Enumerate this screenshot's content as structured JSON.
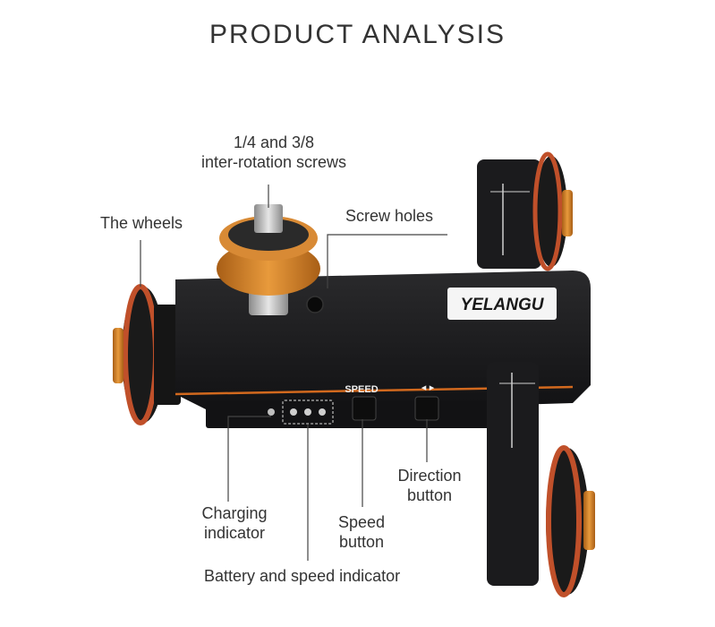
{
  "title": "PRODUCT  ANALYSIS",
  "device": {
    "brand": "YELANGU",
    "speed_key": "SPEED",
    "direction_key": "◂ ▸"
  },
  "callouts": {
    "screws": "1/4 and 3/8\ninter-rotation screws",
    "wheels": "The wheels",
    "screw_holes": "Screw holes",
    "charging": "Charging\nindicator",
    "battery": "Battery and speed indicator",
    "speed_button": "Speed\nbutton",
    "direction_button": "Direction\nbutton"
  },
  "colors": {
    "body": "#1c1c1e",
    "accent": "#d2691e",
    "wheel_ring": "#c0502a",
    "line": "#444444"
  }
}
